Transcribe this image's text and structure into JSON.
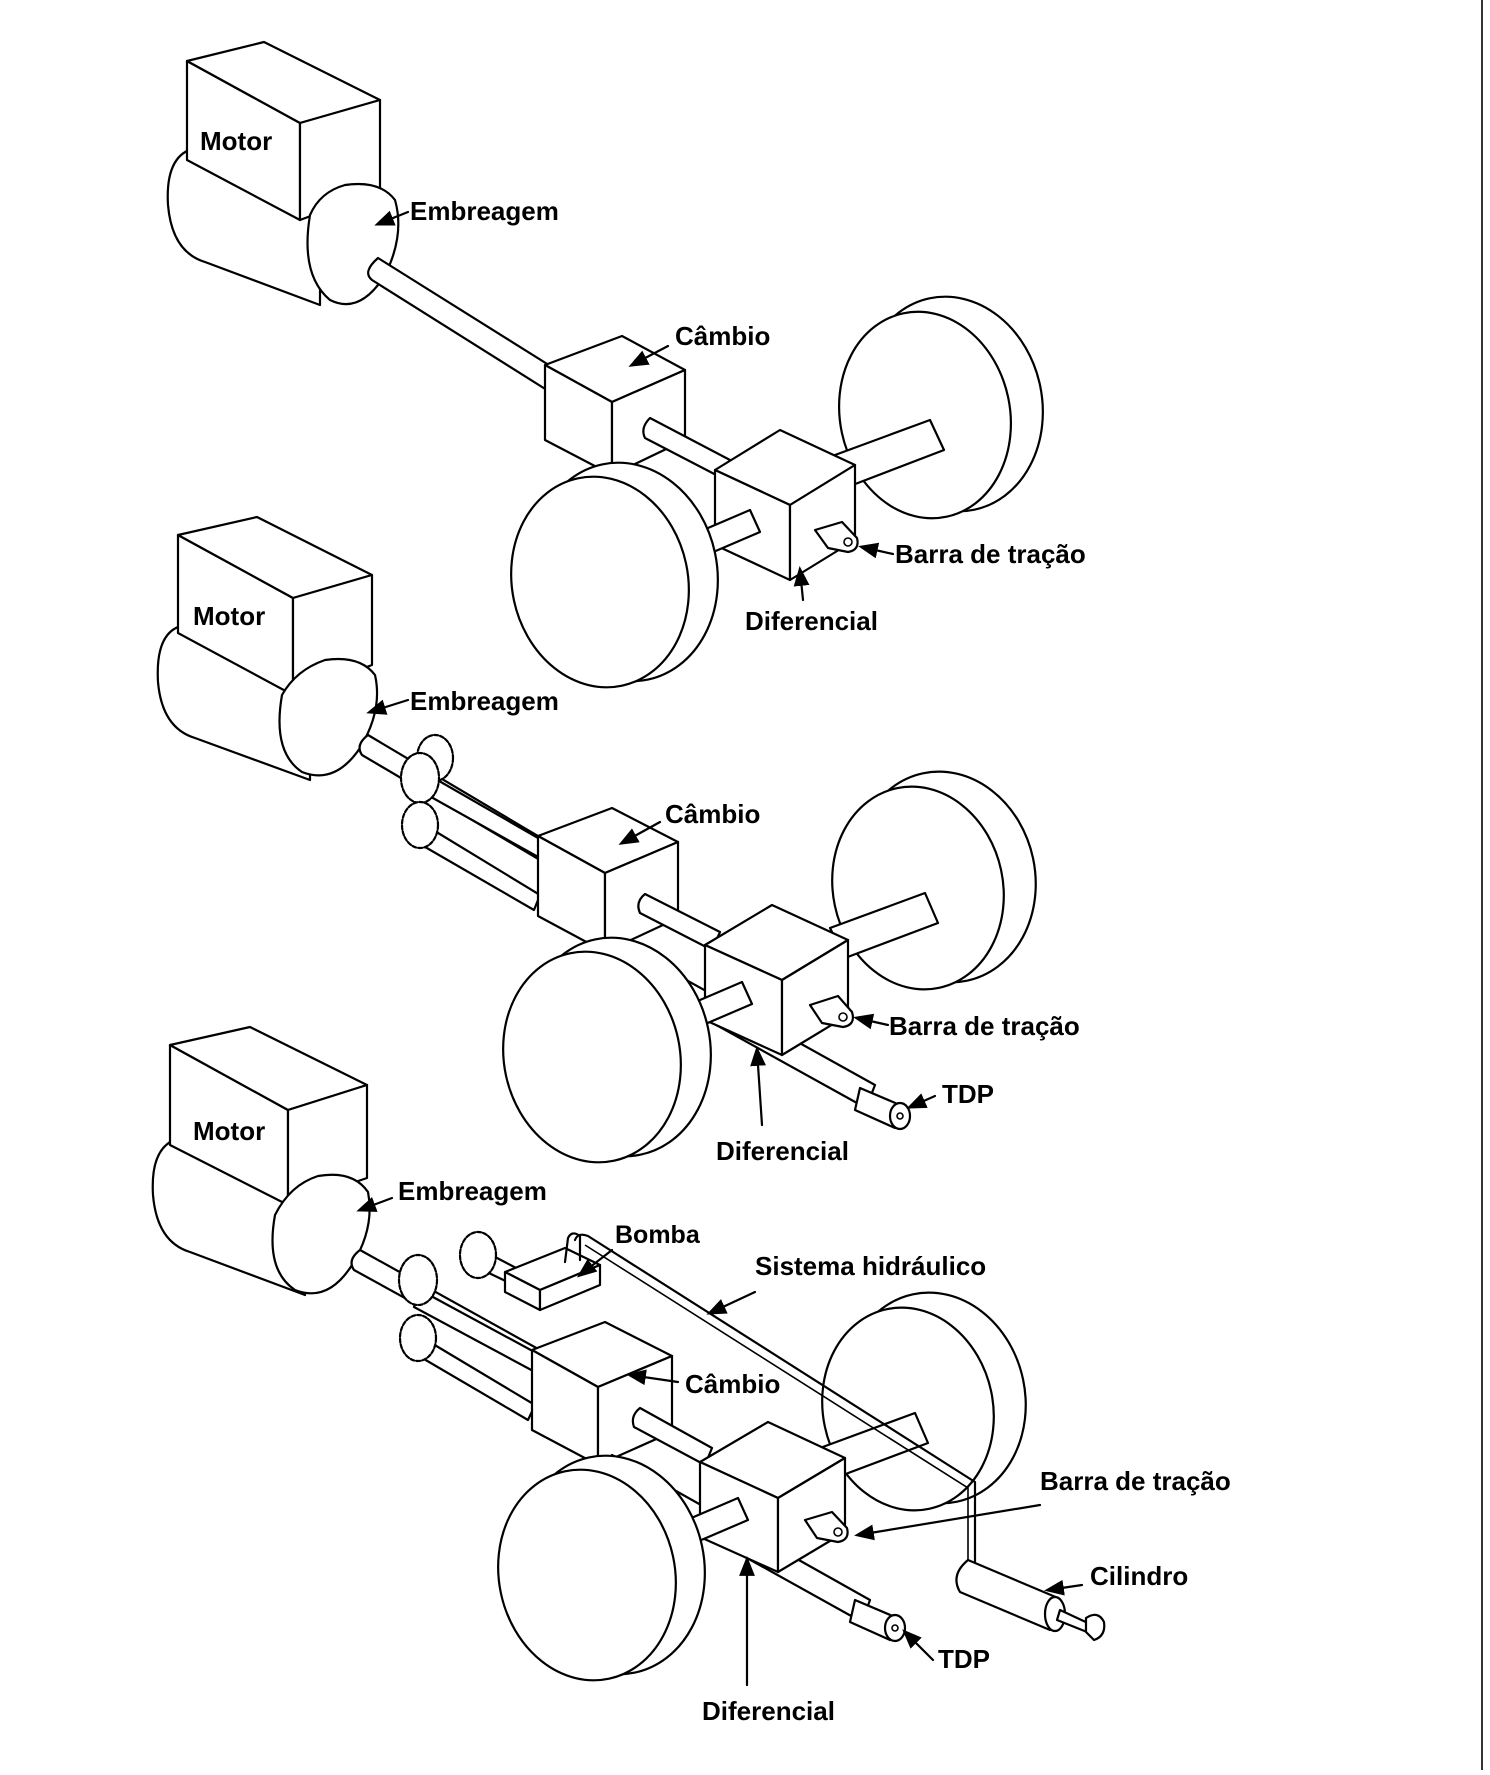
{
  "palette": {
    "ink": "#000000",
    "paper": "#ffffff"
  },
  "diagrams": [
    {
      "labels": {
        "motor": "Motor",
        "embreagem": "Embreagem",
        "cambio": "Câmbio",
        "barra": "Barra de tração",
        "diferencial": "Diferencial"
      }
    },
    {
      "labels": {
        "motor": "Motor",
        "embreagem": "Embreagem",
        "cambio": "Câmbio",
        "barra": "Barra de tração",
        "tdp": "TDP",
        "diferencial": "Diferencial"
      }
    },
    {
      "labels": {
        "motor": "Motor",
        "embreagem": "Embreagem",
        "bomba": "Bomba",
        "sistema": "Sistema hidráulico",
        "cambio": "Câmbio",
        "barra": "Barra de tração",
        "cilindro": "Cilindro",
        "tdp": "TDP",
        "diferencial": "Diferencial"
      }
    }
  ]
}
